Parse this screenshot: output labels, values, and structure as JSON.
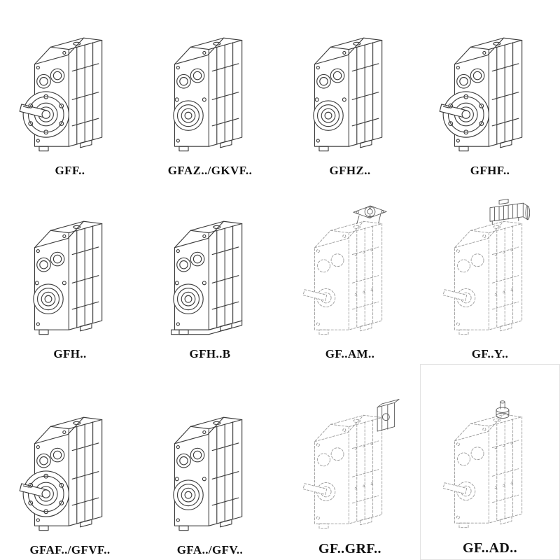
{
  "colors": {
    "solid_line": "#3d3d3d",
    "dashed_line": "#9a9a9a",
    "background": "#ffffff"
  },
  "catalog": {
    "items": [
      {
        "label": "GFF..",
        "drawing": "flange-output-gearbox",
        "line_style": "solid"
      },
      {
        "label": "GFAZ../GKVF..",
        "drawing": "shaft-mounted-gearbox",
        "line_style": "solid"
      },
      {
        "label": "GFHZ..",
        "drawing": "shaft-mounted-gearbox",
        "line_style": "solid"
      },
      {
        "label": "GFHF..",
        "drawing": "flange-output-gearbox",
        "line_style": "solid"
      },
      {
        "label": "GFH..",
        "drawing": "foot-mounted-gearbox",
        "line_style": "solid"
      },
      {
        "label": "GFH..B",
        "drawing": "foot-mounted-gearbox-with-base",
        "line_style": "solid"
      },
      {
        "label": "GF..AM..",
        "drawing": "gearbox-with-iec-adapter-flange",
        "line_style": "dashed"
      },
      {
        "label": "GF..Y..",
        "drawing": "gearbox-with-mounted-motor",
        "line_style": "dashed"
      },
      {
        "label": "GFAF../GFVF..",
        "drawing": "flange-output-gearbox",
        "line_style": "solid"
      },
      {
        "label": "GFA../GFV..",
        "drawing": "shaft-mounted-gearbox",
        "line_style": "solid"
      },
      {
        "label": "GF..GRF..",
        "drawing": "gearbox-with-side-adapter",
        "line_style": "dashed"
      },
      {
        "label": "GF..AD..",
        "drawing": "gearbox-with-input-shaft-adapter",
        "line_style": "dashed"
      }
    ]
  }
}
